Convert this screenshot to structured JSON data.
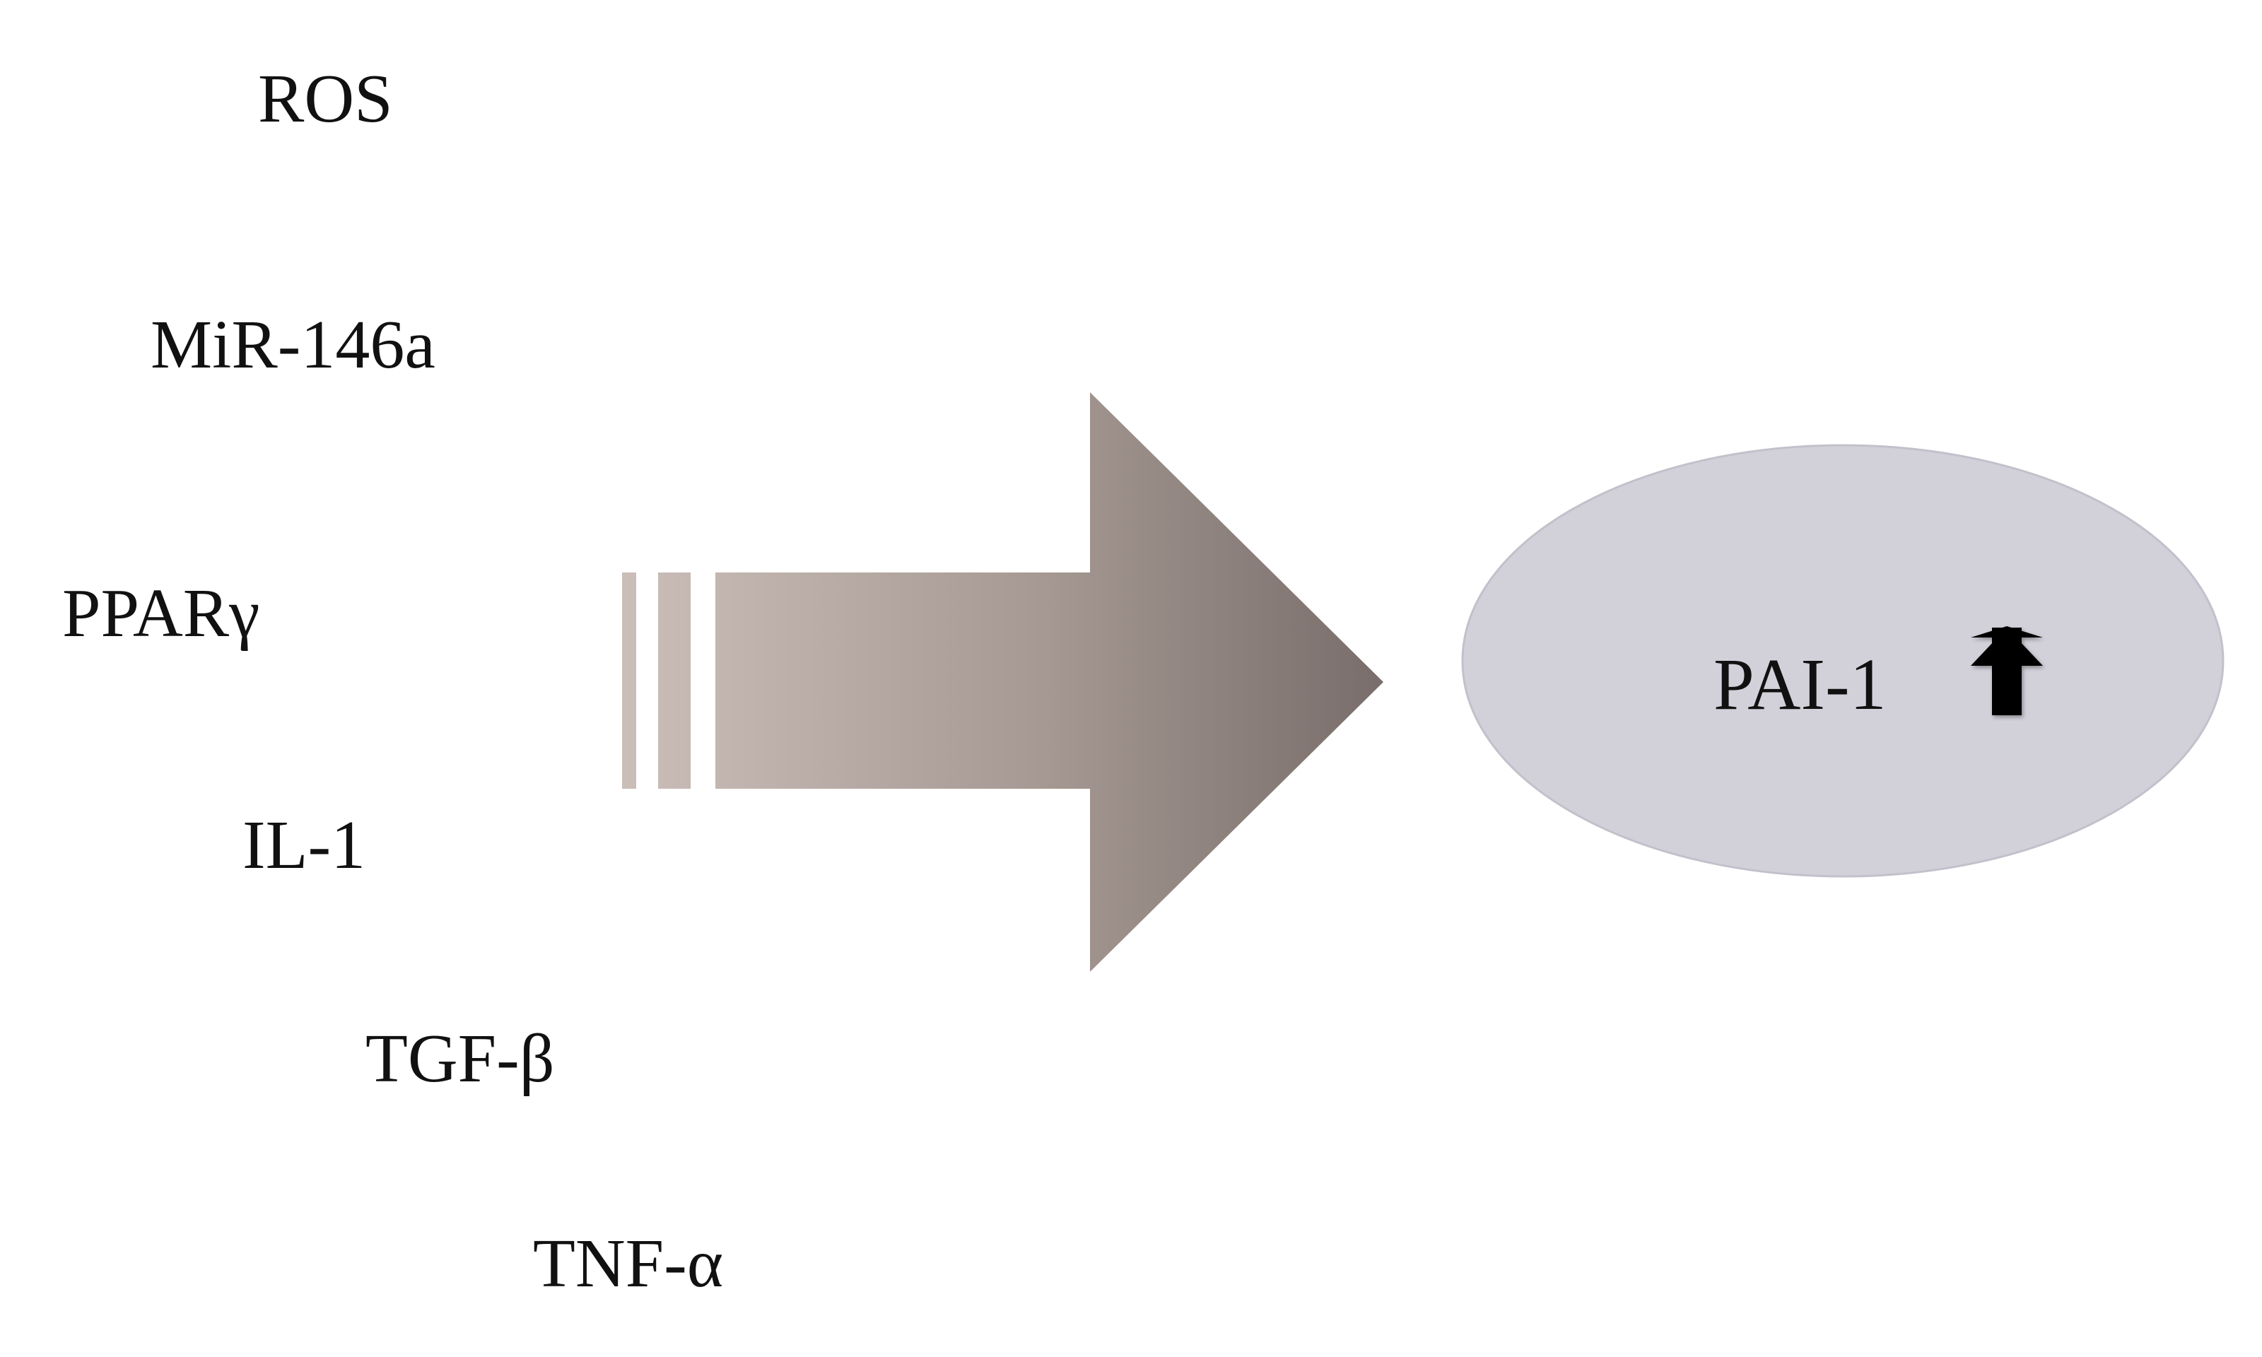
{
  "factors": [
    {
      "label": "ROS"
    },
    {
      "label": "MiR-146a"
    },
    {
      "label": "PPARγ"
    },
    {
      "label": "IL-1"
    },
    {
      "label": "TGF-β"
    },
    {
      "label": "TNF-α"
    }
  ],
  "target": {
    "label": "PAI-1",
    "indicator_icon": "up-arrow-icon"
  },
  "colors": {
    "arrow_light": "#cbbeb9",
    "arrow_mid": "#a69993",
    "arrow_dark": "#786d6a",
    "ellipse_fill": "#d2d1da",
    "ellipse_stroke": "#c2c1cb",
    "text": "#111111"
  }
}
